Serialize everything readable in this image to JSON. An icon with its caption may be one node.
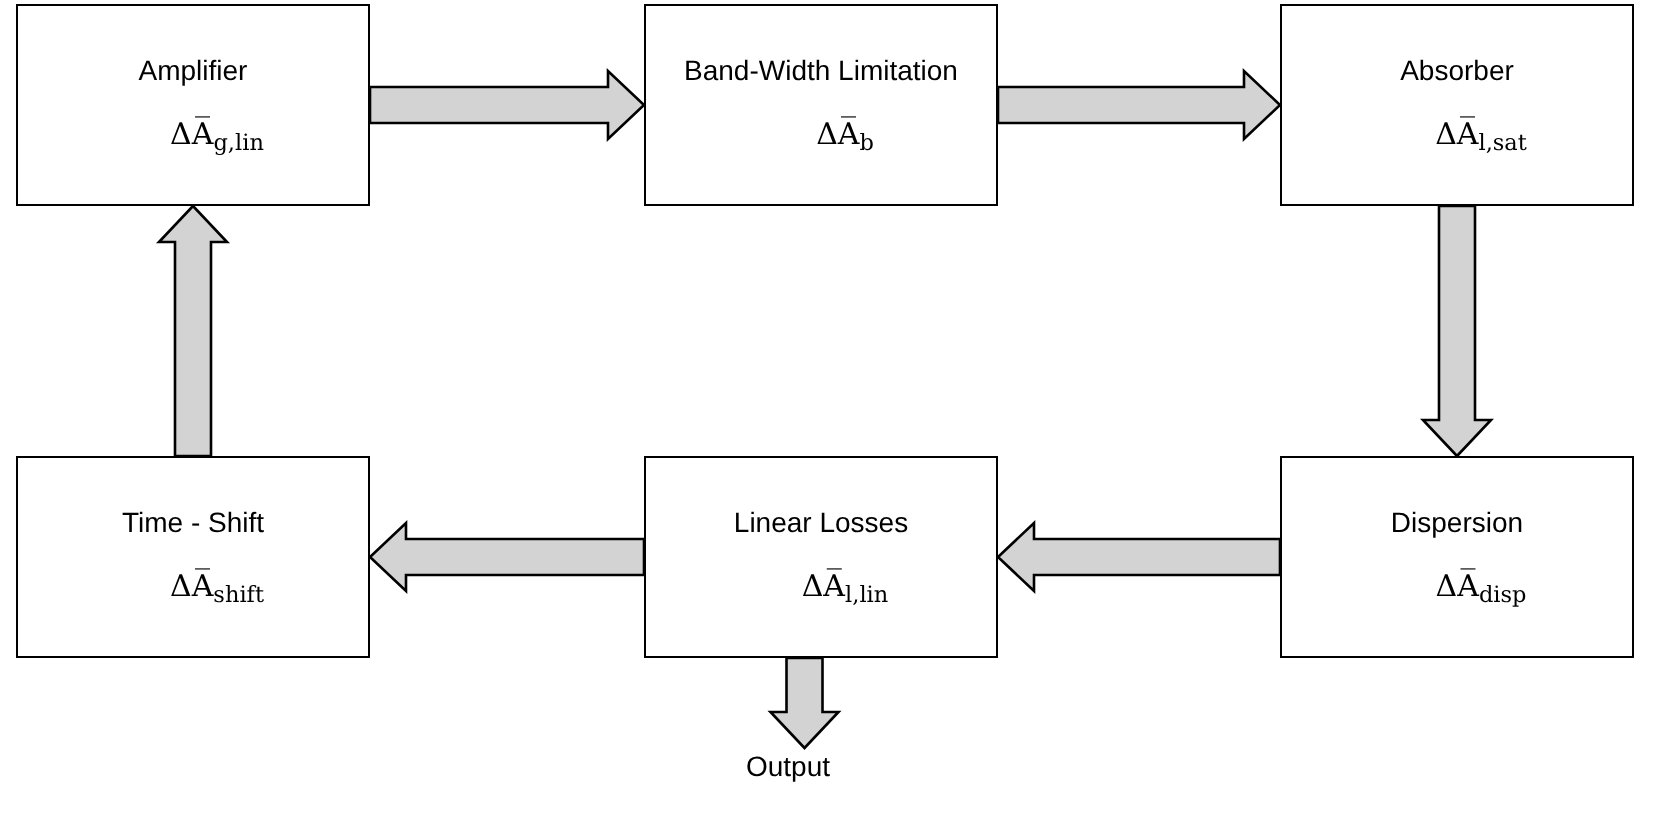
{
  "diagram": {
    "nodes": [
      {
        "text": [
          "Amplifier",
          "ΔA̅$_{g,lin}$"
        ]
      },
      {
        "text": [
          "Band-Width Limitation",
          "ΔA̅$_{b}$"
        ]
      },
      {
        "text": [
          "Absorber",
          "ΔA̅$_{l,sat}$"
        ]
      },
      {
        "text": [
          "Time - Shift",
          "ΔA̅$_{shift}$"
        ]
      },
      {
        "text": [
          "Linear Losses",
          "ΔA̅$_{l,lin}$"
        ]
      },
      {
        "text": [
          "Dispersion",
          "ΔA̅$_{disp}$"
        ]
      },
      {
        "text": [
          "Output"
        ]
      }
    ],
    "edges": [
      {
        "from": 0,
        "to": 1,
        "arrow": "to"
      },
      {
        "from": 1,
        "to": 2,
        "arrow": "to"
      },
      {
        "from": 2,
        "to": 5,
        "arrow": "to"
      },
      {
        "from": 5,
        "to": 4,
        "arrow": "to"
      },
      {
        "from": 4,
        "to": 3,
        "arrow": "to"
      },
      {
        "from": 3,
        "to": 0,
        "arrow": "to"
      },
      {
        "from": 4,
        "to": 6,
        "arrow": "to"
      }
    ]
  }
}
